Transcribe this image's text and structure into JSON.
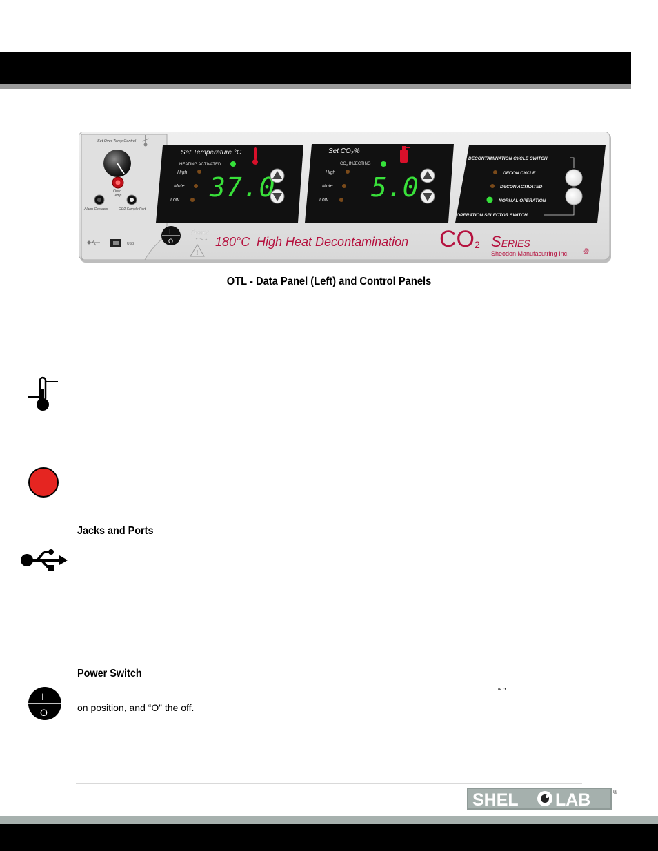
{
  "panel": {
    "over_temp_label": "Set Over Temp Control",
    "over_temp_button_label": "Over Temp",
    "alarm_contacts_label": "Alarm Contacts",
    "co2_sample_port_label": "CO2 Sample Port",
    "usb_label": "USB",
    "temp_title": "Set Temperature °C",
    "heating_activated": "HEATING ACTIVATED",
    "high": "High",
    "mute": "Mute",
    "low": "Low",
    "temp_value": "37.0",
    "co2_title": "Set CO",
    "co2_title_sub": "2",
    "co2_title_suffix": "%",
    "co2_injecting": "CO",
    "co2_injecting_sub": "2",
    "co2_injecting_suffix": " INJECTING",
    "co2_value": "5.0",
    "decon_switch": "DECONTAMINATION CYCLE SWITCH",
    "decon_cycle": "DECON CYCLE",
    "decon_activated": "DECON ACTIVATED",
    "normal_operation": "NORMAL OPERATION",
    "operation_selector": "OPERATION SELECTOR SWITCH",
    "power_label": "Power",
    "power_on_symbol": "I",
    "power_off_symbol": "O",
    "brand_temp": "180°C",
    "brand_line": "High Heat Decontamination",
    "brand_co": "CO",
    "brand_co_sub": "2",
    "brand_series_s": "S",
    "brand_series_rest": "ERIES",
    "manufacturer": "Sheodon Manufacutring Inc.",
    "manufacturer_mark": "@"
  },
  "caption": "OTL - Data Panel (Left) and Control Panels",
  "sections": {
    "jacks_heading": "Jacks and Ports",
    "jacks_dash": "–",
    "power_heading": "Power Switch",
    "power_quotes": "“ ”",
    "power_body": "on position, and “O” the off."
  },
  "power_icon": {
    "on": "I",
    "off": "O"
  },
  "logo": {
    "part1": "SHEL",
    "part2": "LAB",
    "reg": "®"
  },
  "colors": {
    "panel_bg": "#e6e6e6",
    "display_bg": "#111111",
    "led_green": "#35e03a",
    "brand_red": "#b5123f",
    "overtemp_red": "#e21d1d"
  }
}
